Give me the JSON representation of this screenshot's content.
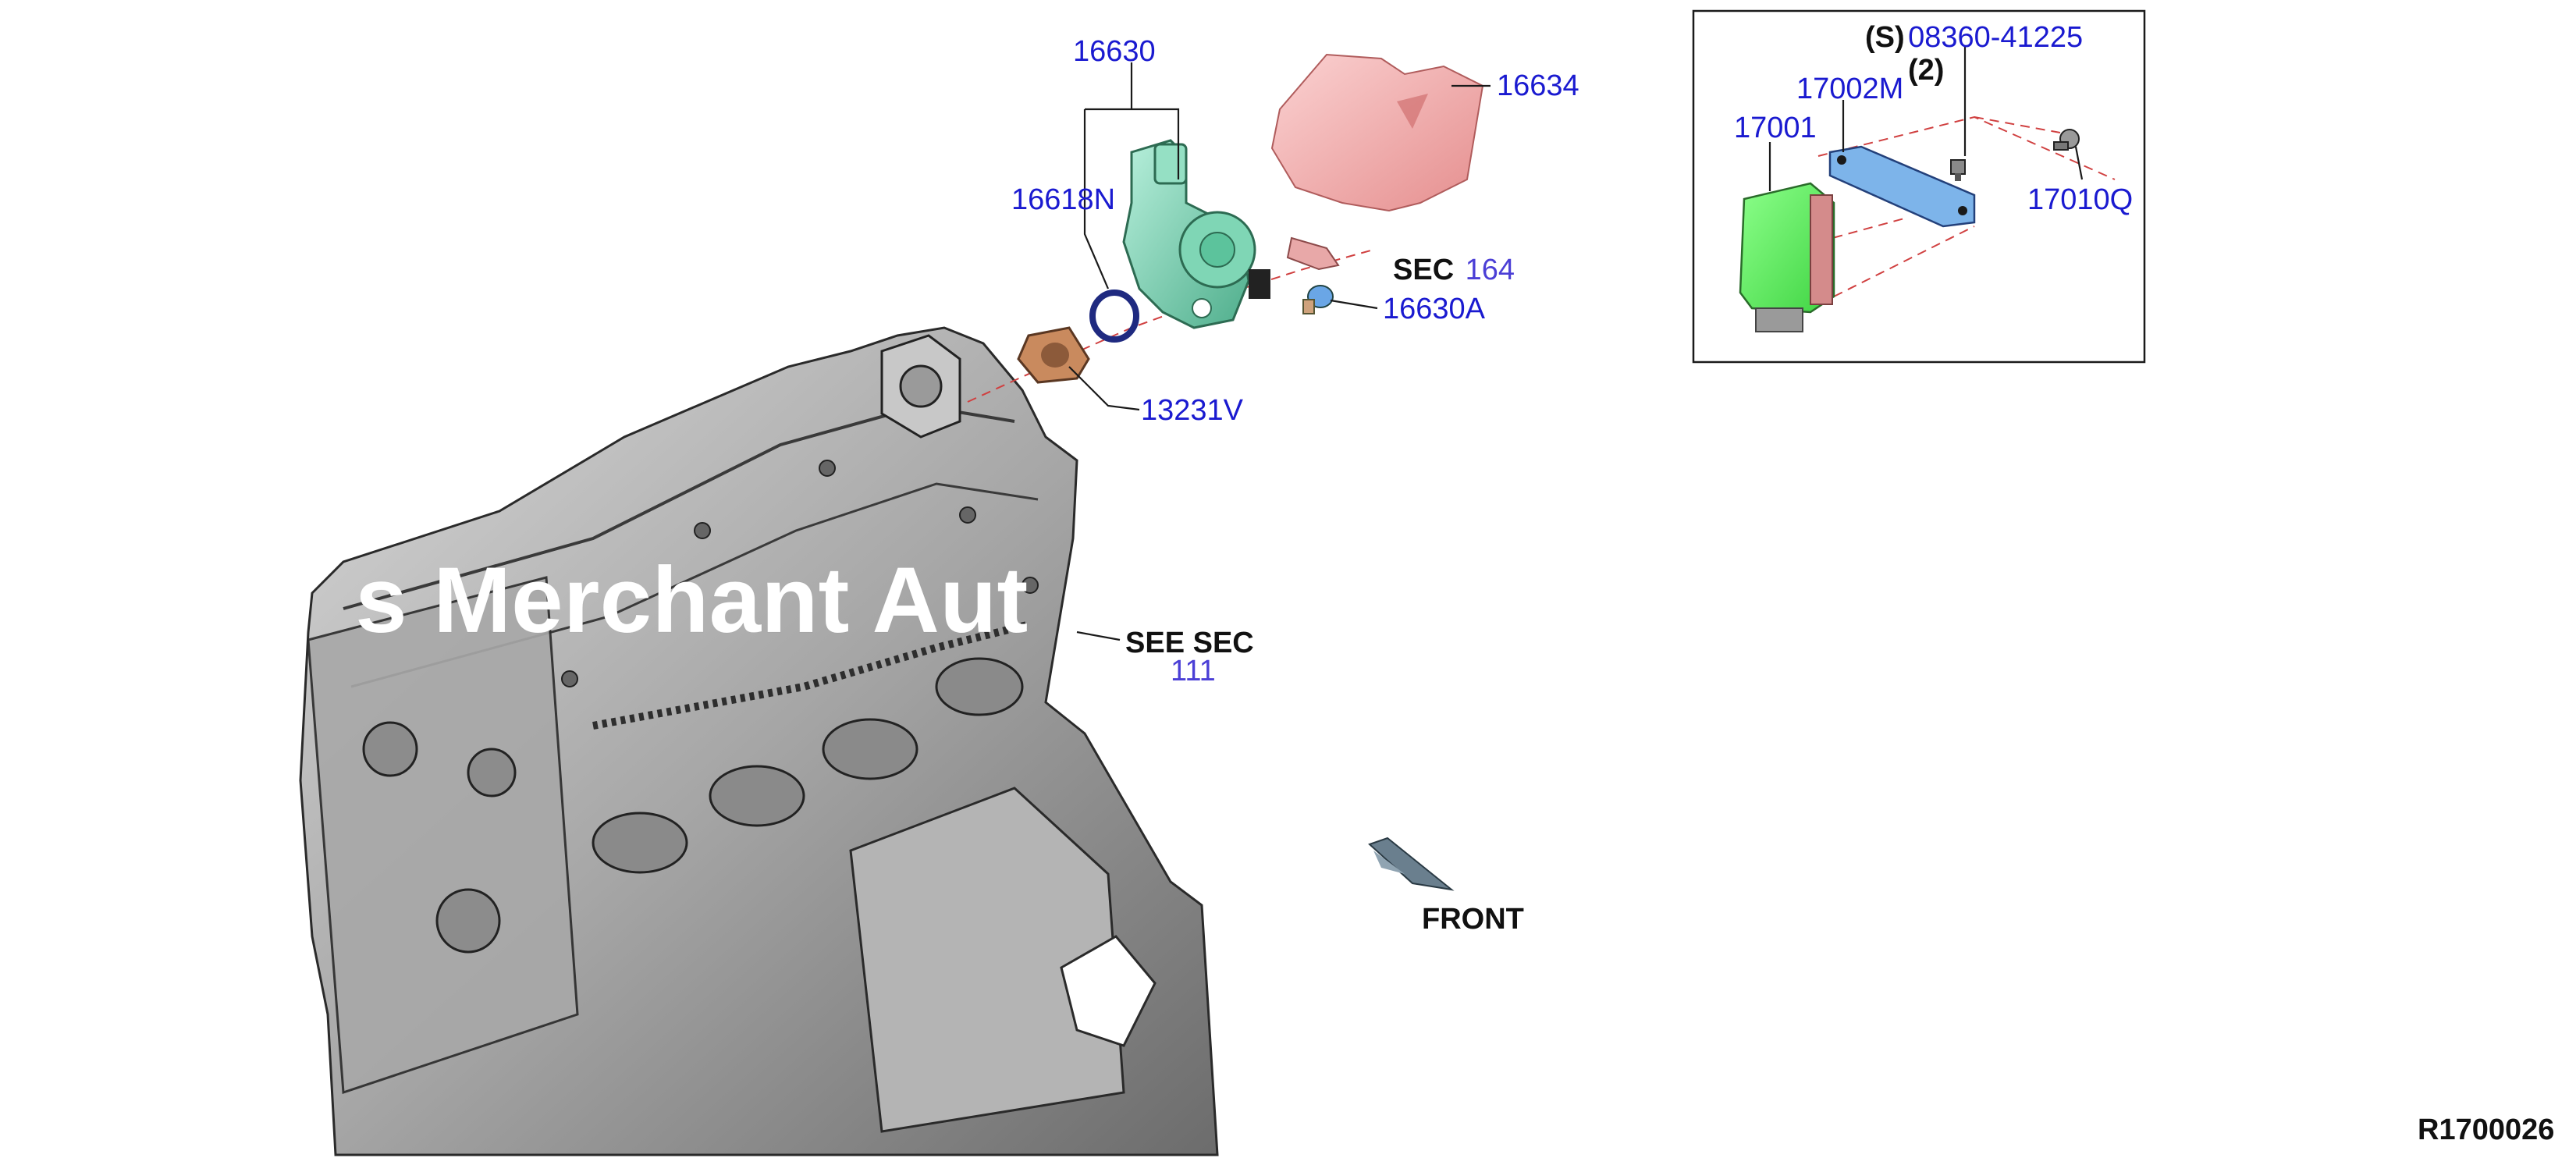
{
  "callouts": {
    "p16630": "16630",
    "p16634": "16634",
    "p16618N": "16618N",
    "sec164_prefix": "SEC",
    "sec164_num": "164",
    "p16630A": "16630A",
    "p13231V": "13231V",
    "seesec_prefix": "SEE SEC",
    "seesec_num": "111",
    "front": "FRONT",
    "s_prefix": "(S)",
    "p08360": "08360-41225",
    "qty": "(2)",
    "p17002M": "17002M",
    "p17001": "17001",
    "p17010Q": "17010Q",
    "ref": "R1700026"
  },
  "watermark": "s Merchant Aut",
  "colors": {
    "label_blue": "#1a1ad0",
    "pump_green": "#7fd6b5",
    "shield_pink": "#f2a7a7",
    "module_green": "#5ef060",
    "bracket_blue": "#6aa6e6",
    "engine_gray": "#9a9a9a"
  }
}
